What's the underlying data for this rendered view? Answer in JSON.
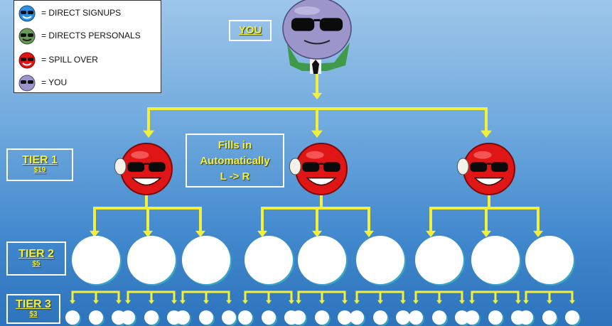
{
  "legend": {
    "items": [
      {
        "icon": "blue-smiley-icon",
        "label": "= DIRECT SIGNUPS"
      },
      {
        "icon": "green-smiley-icon",
        "label": "= DIRECTS PERSONALS"
      },
      {
        "icon": "red-smiley-icon",
        "label": "= SPILL OVER"
      },
      {
        "icon": "purple-smiley-icon",
        "label": "= YOU"
      }
    ]
  },
  "you": {
    "label": "YOU"
  },
  "fills_note": {
    "lines": [
      "Fills in",
      "Automatically",
      "L  ->  R"
    ]
  },
  "tiers": [
    {
      "name": "TIER 1",
      "price": "$19"
    },
    {
      "name": "TIER 2",
      "price": "$5"
    },
    {
      "name": "TIER 3",
      "price": "$3"
    }
  ],
  "colors": {
    "connector": "#f2f03a",
    "you_face": "#9b95c9",
    "spillover_face": "#e01616",
    "open_slot": "#ffffff",
    "label_text": "#f2f03a"
  }
}
